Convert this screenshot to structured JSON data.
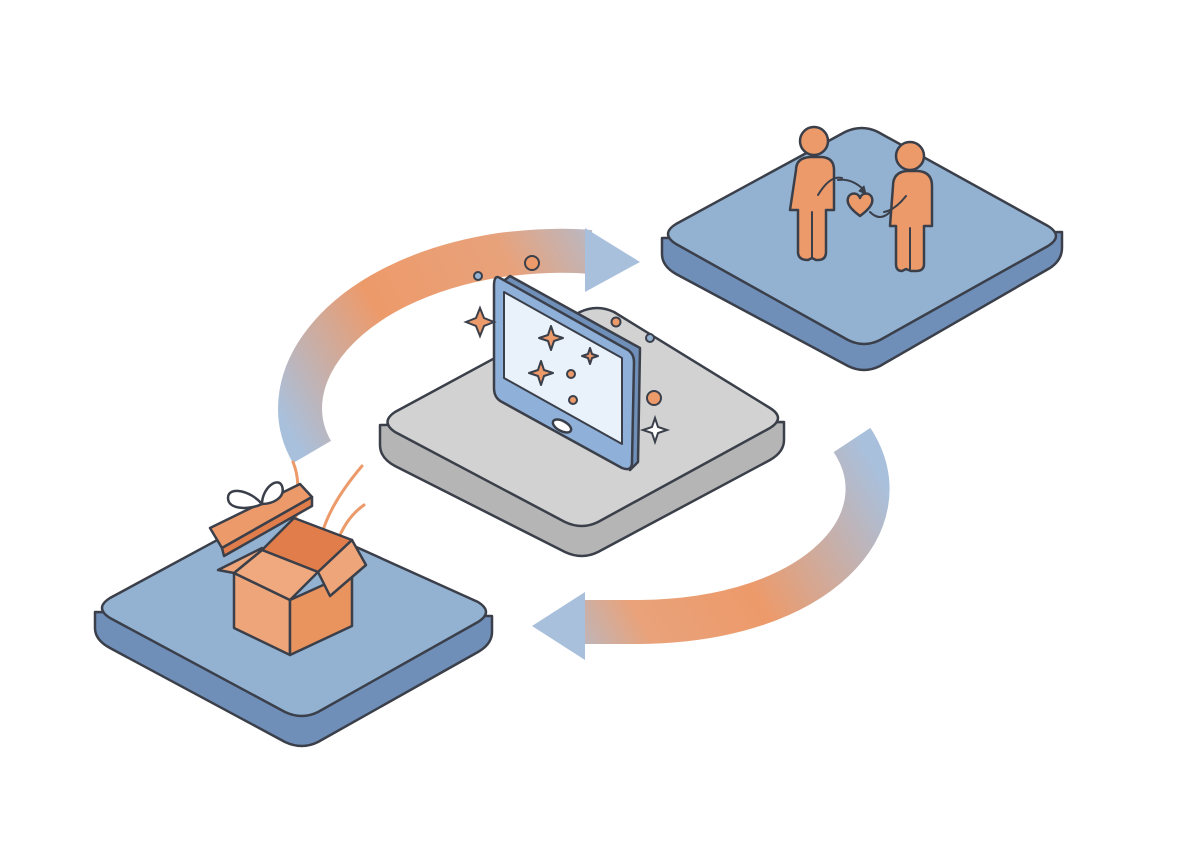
{
  "diagram": {
    "kind": "isometric-cycle",
    "text_labels": [],
    "colors": {
      "platform_blue": "#93b2d2",
      "platform_blue_side": "#6f8fb9",
      "platform_gray": "#d2d2d2",
      "platform_gray_side": "#b5b5b5",
      "accent_orange": "#ed9a6a",
      "accent_orange_dark": "#e07d4a",
      "outline": "#3a3f4a",
      "screen_fill": "#e9f2fb",
      "tablet_frame": "#8fb0d8"
    },
    "nodes": [
      {
        "id": "gift",
        "platform": "blue",
        "icon": "open-gift-box-icon"
      },
      {
        "id": "device",
        "platform": "gray",
        "icon": "tablet-sparkles-icon"
      },
      {
        "id": "people",
        "platform": "blue",
        "icon": "people-sharing-heart-icon"
      }
    ],
    "arrows": [
      {
        "from": "gift",
        "to": "people",
        "icon": "curved-arrow-icon",
        "gradient": [
          "#93b2d2",
          "#ed9a6a",
          "#93b2d2"
        ]
      },
      {
        "from": "people",
        "to": "gift",
        "icon": "curved-arrow-icon",
        "gradient": [
          "#93b2d2",
          "#ed9a6a",
          "#93b2d2"
        ]
      }
    ]
  }
}
